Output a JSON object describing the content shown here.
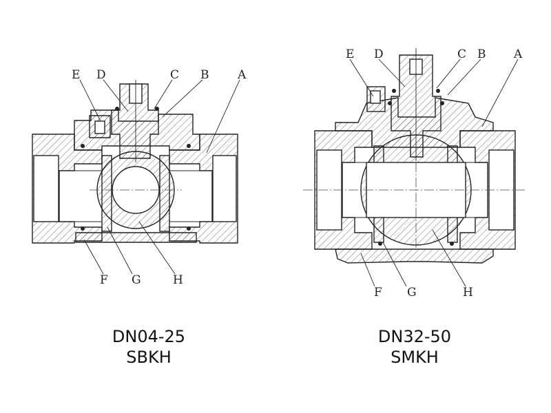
{
  "left_valve": {
    "callouts": {
      "top": [
        "E",
        "D",
        "C",
        "B",
        "A"
      ],
      "bottom": [
        "F",
        "G",
        "H"
      ]
    },
    "size_range": "DN04-25",
    "model": "SBKH"
  },
  "right_valve": {
    "callouts": {
      "top": [
        "E",
        "D",
        "C",
        "B",
        "A"
      ],
      "bottom": [
        "F",
        "G",
        "H"
      ]
    },
    "size_range": "DN32-50",
    "model": "SMKH"
  },
  "colors": {
    "line": "#222222",
    "background": "#ffffff"
  }
}
